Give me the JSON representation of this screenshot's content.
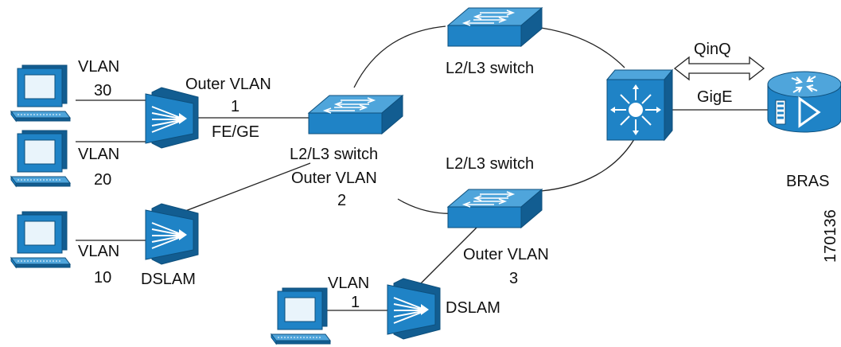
{
  "labels": {
    "vlan30_a": "VLAN",
    "vlan30_b": "30",
    "vlan20_a": "VLAN",
    "vlan20_b": "20",
    "vlan10_a": "VLAN",
    "vlan10_b": "10",
    "vlan1_a": "VLAN",
    "vlan1_b": "1",
    "outer1_a": "Outer VLAN",
    "outer1_b": "1",
    "fege": "FE/GE",
    "switch_center": "L2/L3 switch",
    "outer2_a": "Outer VLAN",
    "outer2_b": "2",
    "switch_top": "L2/L3 switch",
    "switch_bottom": "L2/L3 switch",
    "outer3_a": "Outer VLAN",
    "outer3_b": "3",
    "dslam_left": "DSLAM",
    "dslam_bottom": "DSLAM",
    "qinq": "QinQ",
    "gige": "GigE",
    "bras": "BRAS",
    "figure_id": "170136"
  },
  "icons": {
    "pc": "computer-icon",
    "dslam": "dslam-icon",
    "switch": "workgroup-switch-icon",
    "l3": "layer3-switch-icon",
    "router": "bras-router-icon"
  },
  "colors": {
    "device_blue": "#1f83c6",
    "device_dark": "#125d91"
  }
}
